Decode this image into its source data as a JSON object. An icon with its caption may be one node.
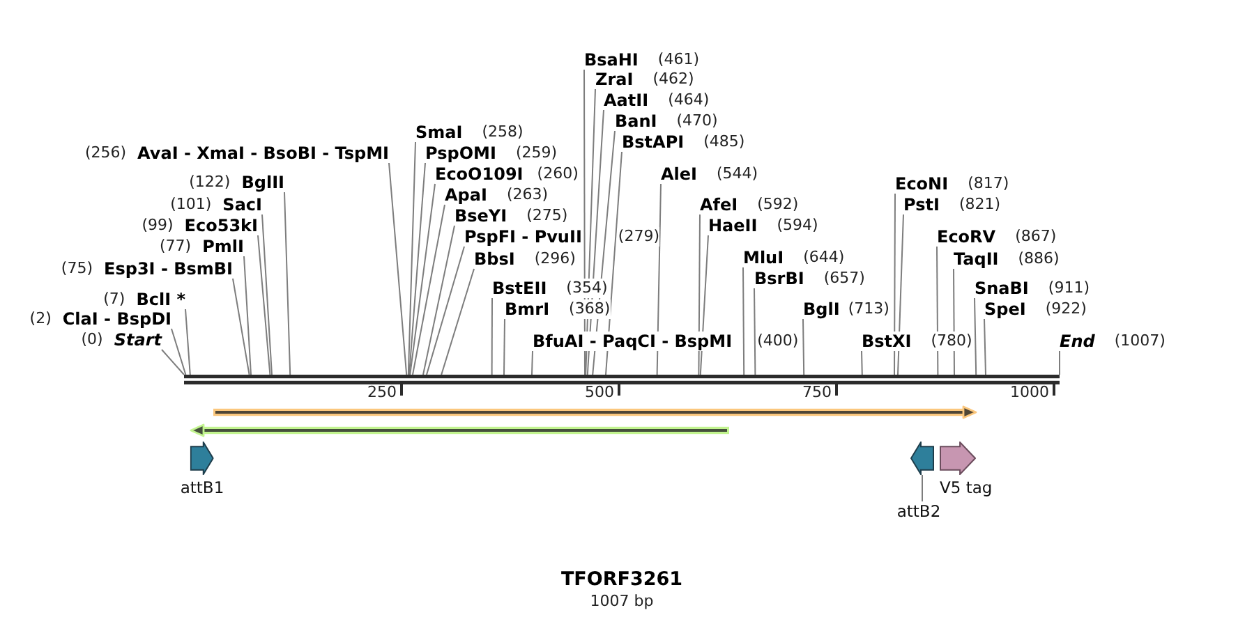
{
  "diagram": {
    "title": "TFORF3261",
    "caption": "1007 bp",
    "nodes": [
      {
        "text": [
          "(0)",
          "Start"
        ]
      },
      {
        "text": [
          "(2)",
          "ClaI - BspDI"
        ]
      },
      {
        "text": [
          "(7)",
          "BclI *"
        ]
      },
      {
        "text": [
          "(75)",
          "Esp3I - BsmBI"
        ]
      },
      {
        "text": [
          "(77)",
          "PmlI"
        ]
      },
      {
        "text": [
          "(99)",
          "Eco53kI"
        ]
      },
      {
        "text": [
          "(101)",
          "SacI"
        ]
      },
      {
        "text": [
          "(122)",
          "BglII"
        ]
      },
      {
        "text": [
          "(256)",
          "AvaI - XmaI - BsoBI - TspMI"
        ]
      },
      {
        "text": [
          "SmaI",
          "(258)"
        ]
      },
      {
        "text": [
          "PspOMI",
          "(259)"
        ]
      },
      {
        "text": [
          "EcoO109I",
          "(260)"
        ]
      },
      {
        "text": [
          "ApaI",
          "(263)"
        ]
      },
      {
        "text": [
          "BseYI",
          "(275)"
        ]
      },
      {
        "text": [
          "PspFI - PvuII",
          "(279)"
        ]
      },
      {
        "text": [
          "BbsI",
          "(296)"
        ]
      },
      {
        "text": [
          "BstEII",
          "(354)"
        ]
      },
      {
        "text": [
          "BmrI",
          "(368)"
        ]
      },
      {
        "text": [
          "BfuAI - PaqCI - BspMI",
          "(400)"
        ]
      },
      {
        "text": [
          "BsaHI",
          "(461)"
        ]
      },
      {
        "text": [
          "ZraI",
          "(462)"
        ]
      },
      {
        "text": [
          "AatII",
          "(464)"
        ]
      },
      {
        "text": [
          "BanI",
          "(470)"
        ]
      },
      {
        "text": [
          "BstAPI",
          "(485)"
        ]
      },
      {
        "text": [
          "AleI",
          "(544)"
        ]
      },
      {
        "text": [
          "AfeI",
          "(592)"
        ]
      },
      {
        "text": [
          "HaeII",
          "(594)"
        ]
      },
      {
        "text": [
          "MluI",
          "(644)"
        ]
      },
      {
        "text": [
          "BsrBI",
          "(657)"
        ]
      },
      {
        "text": [
          "BglI",
          "(713)"
        ]
      },
      {
        "text": [
          "BstXI",
          "(780)"
        ]
      },
      {
        "text": [
          "EcoNI",
          "(817)"
        ]
      },
      {
        "text": [
          "PstI",
          "(821)"
        ]
      },
      {
        "text": [
          "EcoRV",
          "(867)"
        ]
      },
      {
        "text": [
          "TaqII",
          "(886)"
        ]
      },
      {
        "text": [
          "SnaBI",
          "(911)"
        ]
      },
      {
        "text": [
          "SpeI",
          "(922)"
        ]
      },
      {
        "text": [
          "End",
          "(1007)"
        ]
      },
      {
        "text": [],
        "shape": "bar"
      },
      {
        "text": [],
        "shape": "bar"
      },
      {
        "text": [],
        "shape": "bar"
      },
      {
        "text": [
          "attB1"
        ]
      },
      {
        "text": [],
        "shape": "arrow"
      },
      {
        "text": [
          "attB2"
        ]
      },
      {
        "text": [
          "V5 tag"
        ]
      }
    ],
    "edges": [
      {
        "from": 0,
        "to": 38,
        "arrow": "none"
      },
      {
        "from": 1,
        "to": 38,
        "arrow": "none"
      },
      {
        "from": 2,
        "to": 38,
        "arrow": "none"
      },
      {
        "from": 3,
        "to": 38,
        "arrow": "none"
      },
      {
        "from": 4,
        "to": 38,
        "arrow": "none"
      },
      {
        "from": 5,
        "to": 38,
        "arrow": "none"
      },
      {
        "from": 6,
        "to": 38,
        "arrow": "none"
      },
      {
        "from": 7,
        "to": 38,
        "arrow": "none"
      },
      {
        "from": 8,
        "to": 38,
        "arrow": "none"
      },
      {
        "from": 9,
        "to": 38,
        "arrow": "none"
      },
      {
        "from": 10,
        "to": 38,
        "arrow": "none"
      },
      {
        "from": 11,
        "to": 38,
        "arrow": "none"
      },
      {
        "from": 12,
        "to": 38,
        "arrow": "none"
      },
      {
        "from": 13,
        "to": 38,
        "arrow": "none"
      },
      {
        "from": 14,
        "to": 38,
        "arrow": "none"
      },
      {
        "from": 15,
        "to": 38,
        "arrow": "none"
      },
      {
        "from": 16,
        "to": 38,
        "arrow": "none"
      },
      {
        "from": 17,
        "to": 38,
        "arrow": "none"
      },
      {
        "from": 18,
        "to": 38,
        "arrow": "none"
      },
      {
        "from": 19,
        "to": 38,
        "arrow": "none"
      },
      {
        "from": 20,
        "to": 38,
        "arrow": "none"
      },
      {
        "from": 21,
        "to": 38,
        "arrow": "none"
      },
      {
        "from": 22,
        "to": 38,
        "arrow": "none"
      },
      {
        "from": 23,
        "to": 38,
        "arrow": "none"
      },
      {
        "from": 24,
        "to": 38,
        "arrow": "none"
      },
      {
        "from": 25,
        "to": 38,
        "arrow": "none"
      },
      {
        "from": 26,
        "to": 38,
        "arrow": "none"
      },
      {
        "from": 27,
        "to": 38,
        "arrow": "none"
      },
      {
        "from": 28,
        "to": 38,
        "arrow": "none"
      },
      {
        "from": 29,
        "to": 38,
        "arrow": "none"
      },
      {
        "from": 30,
        "to": 38,
        "arrow": "none"
      },
      {
        "from": 31,
        "to": 38,
        "arrow": "none"
      },
      {
        "from": 32,
        "to": 38,
        "arrow": "none"
      },
      {
        "from": 33,
        "to": 38,
        "arrow": "none"
      },
      {
        "from": 34,
        "to": 38,
        "arrow": "none"
      },
      {
        "from": 35,
        "to": 38,
        "arrow": "none"
      },
      {
        "from": 36,
        "to": 38,
        "arrow": "none"
      },
      {
        "from": 37,
        "to": 38,
        "arrow": "none"
      },
      {
        "from": 43,
        "to": 42,
        "arrow": "none"
      }
    ],
    "labels": [
      "250",
      "500",
      "750",
      "1000"
    ]
  }
}
